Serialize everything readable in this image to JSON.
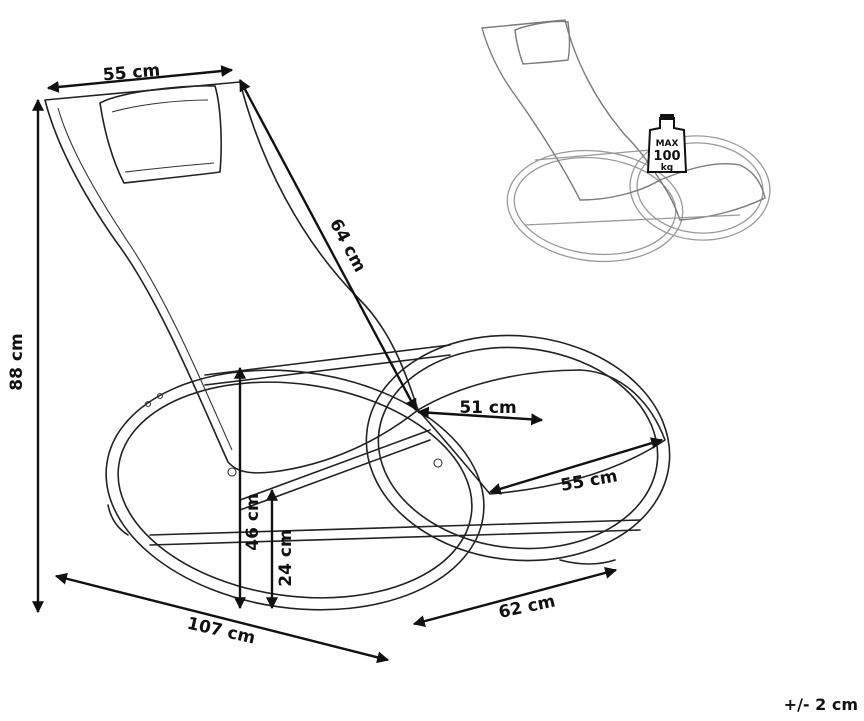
{
  "dimensions": {
    "top_width": "55 cm",
    "backrest_length": "64 cm",
    "total_height": "88 cm",
    "seat_depth": "51 cm",
    "seat_width": "55 cm",
    "seat_height": "46 cm",
    "low_height": "24 cm",
    "total_length": "107 cm",
    "total_width": "62 cm"
  },
  "badge": {
    "top": "MAX",
    "value": "100",
    "unit": "kg"
  },
  "tolerance": "+/- 2 cm"
}
